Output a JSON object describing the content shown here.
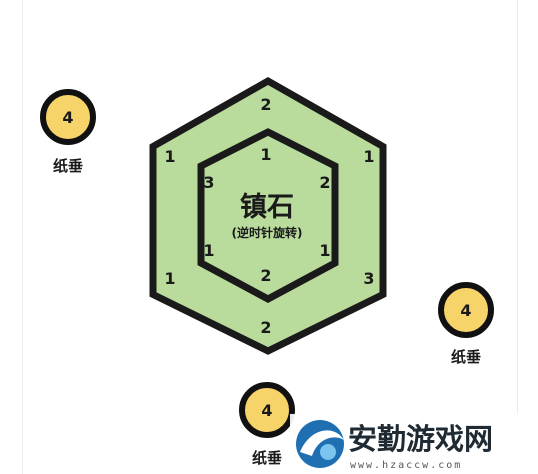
{
  "center": {
    "title": "镇石",
    "subtitle": "(逆时针旋转)"
  },
  "outer_ring": {
    "fill": "#b9dc9c",
    "labels": {
      "top": "2",
      "upper_left": "1",
      "upper_right": "1",
      "lower_left": "1",
      "lower_right": "3",
      "bottom": "2"
    }
  },
  "inner_ring": {
    "fill": "#b9dc9c",
    "labels": {
      "top": "1",
      "upper_left": "3",
      "upper_right": "2",
      "lower_left": "1",
      "lower_right": "1",
      "bottom": "2"
    }
  },
  "pendulums": [
    {
      "value": "4",
      "label": "纸垂"
    },
    {
      "value": "4",
      "label": "纸垂"
    },
    {
      "value": "4",
      "label": "纸垂"
    }
  ],
  "token_fill": "#f7d46a",
  "watermark": {
    "logo": "安勤游戏网",
    "url": "www.hzaccw.com"
  }
}
